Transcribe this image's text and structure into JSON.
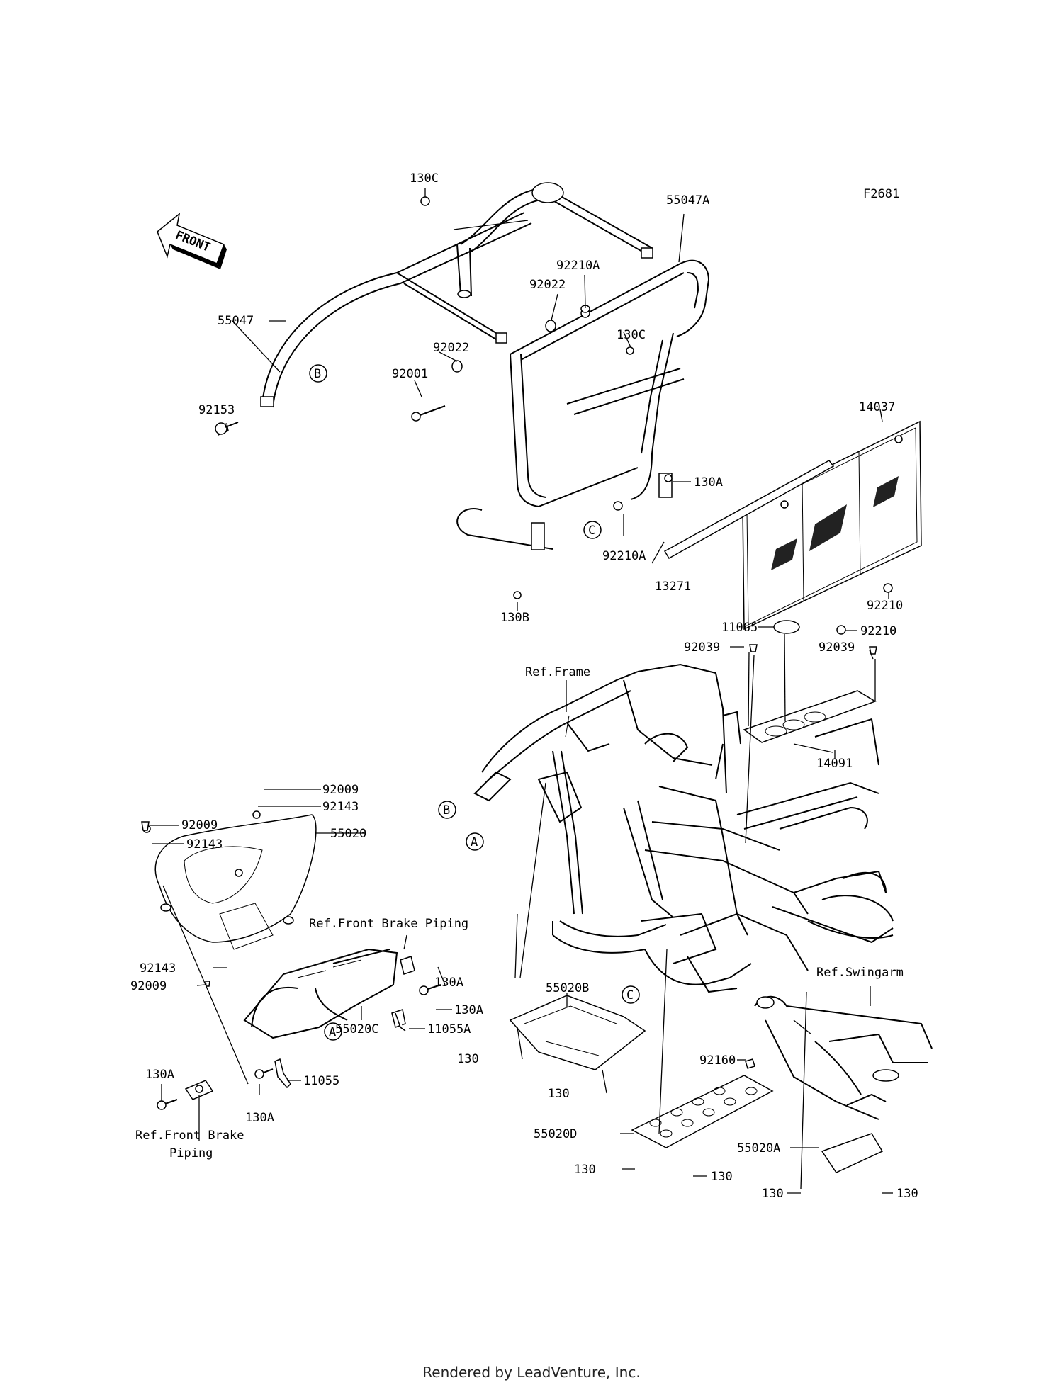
{
  "figure_code": "F2681",
  "front_label": "FRONT",
  "footer": "Rendered by LeadVenture, Inc.",
  "callout_letters": [
    "A",
    "B",
    "C"
  ],
  "reference_notes": {
    "frame": "Ref.Frame",
    "front_brake_piping_top": "Ref.Front Brake Piping",
    "front_brake_piping_bottom_1": "Ref.Front Brake",
    "front_brake_piping_bottom_2": "Piping",
    "swingarm": "Ref.Swingarm"
  },
  "parts": {
    "p130C_top": "130C",
    "p55047A": "55047A",
    "p92210A_top": "92210A",
    "p92022_top": "92022",
    "p55047": "55047",
    "p92022_mid": "92022",
    "p130C_mid": "130C",
    "p92001": "92001",
    "p92153": "92153",
    "p14037": "14037",
    "p130A_rack": "130A",
    "p92210A_low": "92210A",
    "p13271": "13271",
    "p130B": "130B",
    "p92210_1": "92210",
    "p11065": "11065",
    "p92210_2": "92210",
    "p92039_left": "92039",
    "p92039_right": "92039",
    "p14091": "14091",
    "p92009_top": "92009",
    "p92143_top": "92143",
    "p92009_left": "92009",
    "p55020": "55020",
    "p92143_left": "92143",
    "p92143_low": "92143",
    "p92009_low": "92009",
    "p130A_brk1": "130A",
    "p130A_brk2": "130A",
    "p11055A": "11055A",
    "p55020C": "55020C",
    "p11055": "11055",
    "p130A_low_left": "130A",
    "p130A_low_mid": "130A",
    "p55020B": "55020B",
    "p130_b1": "130",
    "p130_b2": "130",
    "p92160": "92160",
    "p55020D": "55020D",
    "p130_d1": "130",
    "p130_d2": "130",
    "p55020A": "55020A",
    "p130_a1": "130",
    "p130_a2": "130"
  }
}
